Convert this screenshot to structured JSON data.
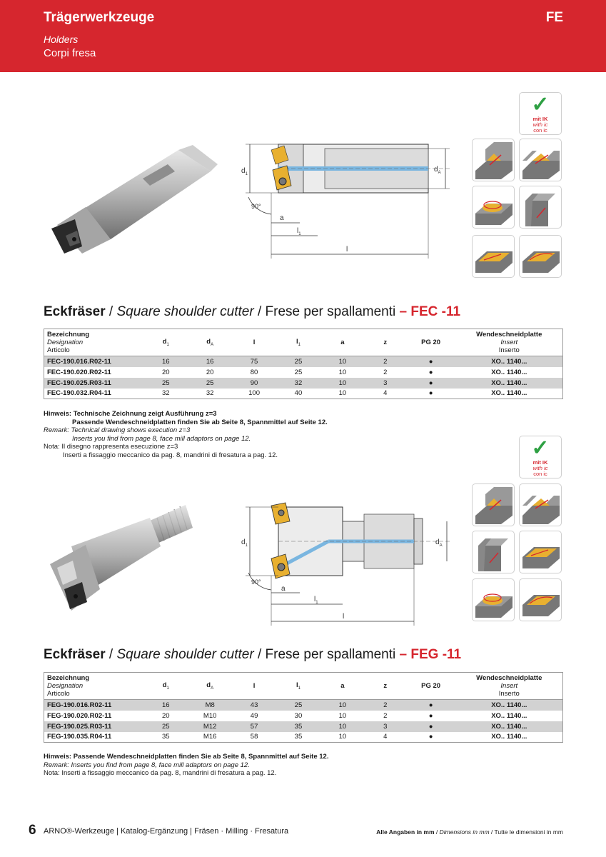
{
  "header": {
    "title_de": "Trägerwerkzeuge",
    "title_en": "Holders",
    "title_it": "Corpi fresa",
    "code": "FE"
  },
  "colors": {
    "brand_red": "#d6262e",
    "coolant_blue": "#7ab6e0",
    "insert_gold": "#e8b030",
    "shade_row": "#d2d2d2"
  },
  "ik_badge": {
    "l1": "mit IK",
    "l2": "with ic",
    "l3": "con ic"
  },
  "drawing_labels": {
    "d1": "d",
    "d1_sub": "1",
    "dA": "d",
    "dA_sub": "A",
    "angle": "90°",
    "a": "a",
    "l1": "l",
    "l1_sub": "1",
    "l": "l"
  },
  "table_header": {
    "bez_de": "Bezeichnung",
    "bez_en": "Designation",
    "bez_it": "Articolo",
    "d1": "d",
    "d1_sub": "1",
    "dA": "d",
    "dA_sub": "A",
    "l": "l",
    "l1": "l",
    "l1_sub": "1",
    "a": "a",
    "z": "z",
    "pg": "PG 20",
    "ins_de": "Wendeschneidplatte",
    "ins_en": "Insert",
    "ins_it": "Inserto"
  },
  "fec": {
    "title_de": "Eckfräser",
    "sep1": " / ",
    "title_en": "Square shoulder cutter",
    "sep2": " / ",
    "title_it": "Frese per spallamenti",
    "code": " – FEC -11",
    "rows": [
      {
        "designation": "FEC-190.016.R02-11",
        "d1": "16",
        "dA": "16",
        "l": "75",
        "l1": "25",
        "a": "10",
        "z": "2",
        "pg": "●",
        "insert": "XO.. 1140..."
      },
      {
        "designation": "FEC-190.020.R02-11",
        "d1": "20",
        "dA": "20",
        "l": "80",
        "l1": "25",
        "a": "10",
        "z": "2",
        "pg": "●",
        "insert": "XO.. 1140..."
      },
      {
        "designation": "FEC-190.025.R03-11",
        "d1": "25",
        "dA": "25",
        "l": "90",
        "l1": "32",
        "a": "10",
        "z": "3",
        "pg": "●",
        "insert": "XO.. 1140..."
      },
      {
        "designation": "FEC-190.032.R04-11",
        "d1": "32",
        "dA": "32",
        "l": "100",
        "l1": "40",
        "a": "10",
        "z": "4",
        "pg": "●",
        "insert": "XO.. 1140..."
      }
    ],
    "notes": {
      "de1": "Hinweis: Technische Zeichnung zeigt Ausführung z=3",
      "de2": "Passende Wendeschneidplatten finden Sie ab Seite 8, Spannmittel auf Seite 12.",
      "en1": "Remark: Technical drawing shows execution z=3",
      "en2": "Inserts you find from page 8, face mill adaptors on page 12.",
      "it1": "Nota: Il disegno rappresenta esecuzione z=3",
      "it2": "Inserti a fissaggio meccanico da pag. 8, mandrini di fresatura a pag. 12."
    }
  },
  "feg": {
    "title_de": "Eckfräser",
    "sep1": " / ",
    "title_en": "Square shoulder cutter",
    "sep2": " / ",
    "title_it": "Frese per spallamenti",
    "code": " – FEG -11",
    "rows": [
      {
        "designation": "FEG-190.016.R02-11",
        "d1": "16",
        "dA": "M8",
        "l": "43",
        "l1": "25",
        "a": "10",
        "z": "2",
        "pg": "●",
        "insert": "XO.. 1140..."
      },
      {
        "designation": "FEG-190.020.R02-11",
        "d1": "20",
        "dA": "M10",
        "l": "49",
        "l1": "30",
        "a": "10",
        "z": "2",
        "pg": "●",
        "insert": "XO.. 1140..."
      },
      {
        "designation": "FEG-190.025.R03-11",
        "d1": "25",
        "dA": "M12",
        "l": "57",
        "l1": "35",
        "a": "10",
        "z": "3",
        "pg": "●",
        "insert": "XO.. 1140..."
      },
      {
        "designation": "FEG-190.035.R04-11",
        "d1": "35",
        "dA": "M16",
        "l": "58",
        "l1": "35",
        "a": "10",
        "z": "4",
        "pg": "●",
        "insert": "XO.. 1140..."
      }
    ],
    "notes": {
      "de1": "Hinweis: Passende Wendeschneidplatten finden Sie ab Seite 8, Spannmittel auf Seite 12.",
      "en1": "Remark: Inserts you find from page 8, face mill adaptors on page 12.",
      "it1": "Nota: Inserti a fissaggio meccanico da pag. 8, mandrini di fresatura a pag. 12."
    }
  },
  "footer": {
    "page": "6",
    "text": "ARNO®-Werkzeuge | Katalog-Ergänzung | Fräsen · Milling · Fresatura",
    "right_de": "Alle Angaben in mm",
    "right_sep1": " / ",
    "right_en": "Dimensions in mm",
    "right_sep2": " / ",
    "right_it": "Tutte le dimensioni in mm"
  }
}
